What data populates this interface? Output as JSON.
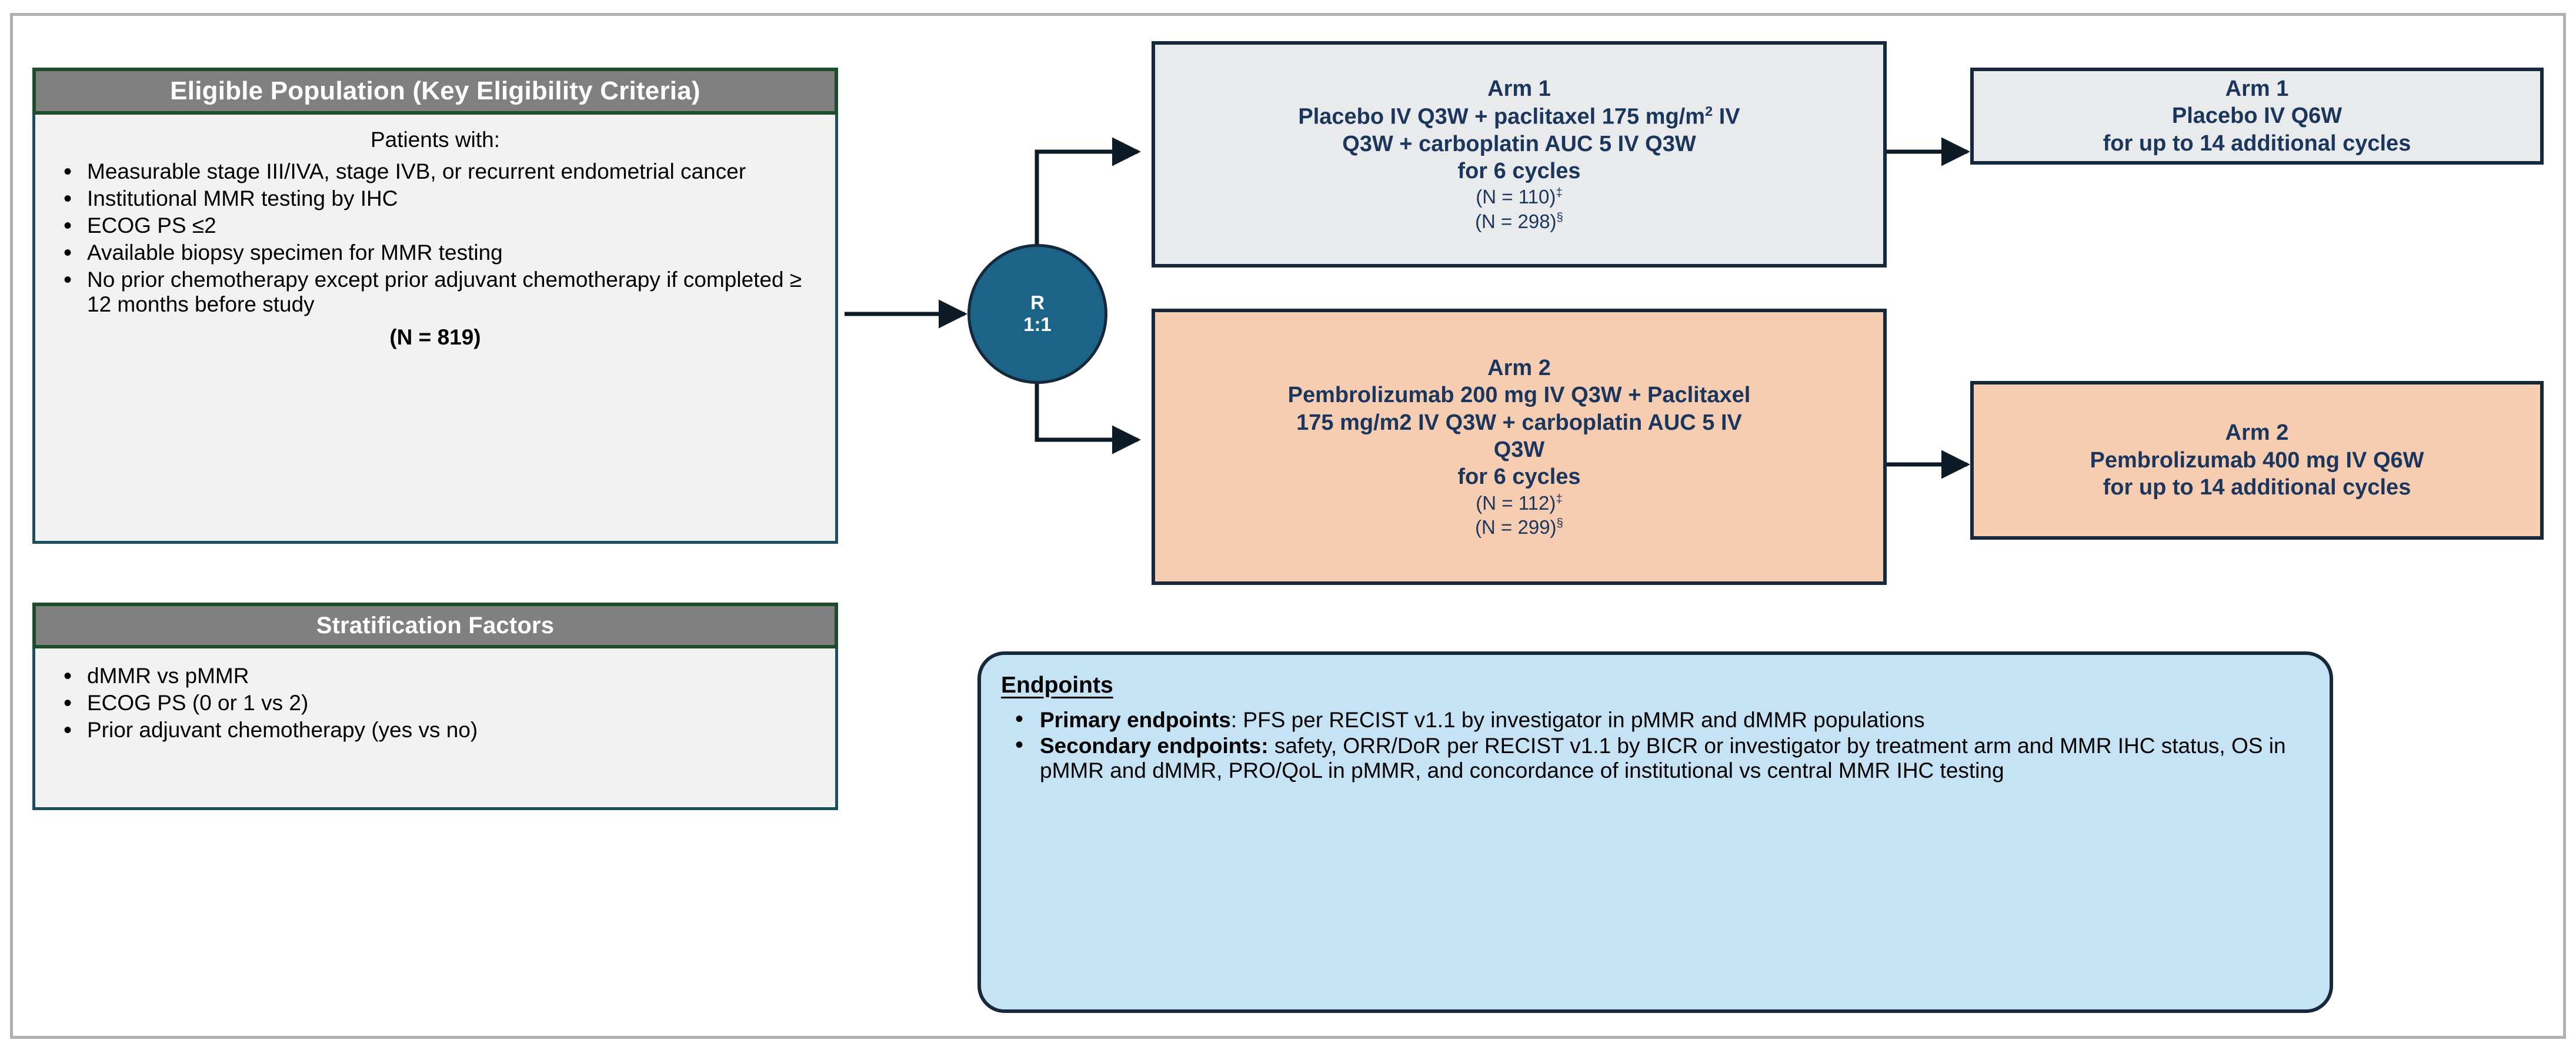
{
  "colors": {
    "panel_header_bg": "#808080",
    "panel_header_border": "#1e4d2b",
    "panel_body_bg": "#f2f2f2",
    "panel_body_border": "#1b4f5e",
    "arm1_bg": "#e8eaeb",
    "arm2_bg": "#f7cdb2",
    "arm_border": "#16293c",
    "arm_text": "#1b365d",
    "randomization_bg": "#1c6487",
    "endpoints_bg": "#c5e3f5",
    "endpoints_border": "#16293c",
    "page_border": "#b0b0b0"
  },
  "eligible_population": {
    "header": "Eligible Population (Key Eligibility Criteria)",
    "intro": "Patients with:",
    "criteria": [
      "Measurable stage III/IVA, stage IVB, or recurrent endometrial cancer",
      "Institutional MMR testing by IHC",
      "ECOG PS ≤2",
      "Available biopsy specimen for MMR testing",
      "No prior chemotherapy except prior adjuvant chemotherapy if completed ≥ 12 months before study"
    ],
    "total": "(N = 819)"
  },
  "stratification": {
    "header": "Stratification Factors",
    "factors": [
      "dMMR vs pMMR",
      "ECOG PS (0 or 1 vs 2)",
      "Prior adjuvant chemotherapy (yes vs no)"
    ]
  },
  "randomization": {
    "label": "R",
    "ratio": "1:1"
  },
  "arm1_treatment": {
    "title": "Arm 1",
    "line1": "Placebo IV Q3W + paclitaxel 175 mg/m",
    "line1_sup": "2",
    "line1_tail": " IV",
    "line2": "Q3W + carboplatin AUC 5 IV Q3W",
    "line3": "for 6 cycles",
    "n_primary": "(N = 110)",
    "n_primary_sup": "‡",
    "n_secondary": "(N = 298)",
    "n_secondary_sup": "§"
  },
  "arm2_treatment": {
    "title": "Arm 2",
    "line1": "Pembrolizumab 200 mg IV Q3W + Paclitaxel",
    "line2": "175 mg/m2 IV Q3W + carboplatin AUC 5 IV",
    "line3": "Q3W",
    "line4": "for 6 cycles",
    "n_primary": "(N = 112)",
    "n_primary_sup": "‡",
    "n_secondary": "(N = 299)",
    "n_secondary_sup": "§"
  },
  "arm1_maintenance": {
    "title": "Arm 1",
    "line1": "Placebo IV Q6W",
    "line2": "for up to 14 additional cycles"
  },
  "arm2_maintenance": {
    "title": "Arm 2",
    "line1": "Pembrolizumab 400 mg IV Q6W",
    "line2": "for up to 14 additional cycles"
  },
  "endpoints": {
    "title": "Endpoints",
    "items": [
      {
        "label": "Primary endpoints",
        "separator": ": ",
        "text": "PFS per RECIST v1.1 by investigator in pMMR and dMMR populations"
      },
      {
        "label": "Secondary endpoints:",
        "separator": " ",
        "text": "safety, ORR/DoR per RECIST v1.1 by BICR or investigator by treatment arm and MMR IHC status, OS in pMMR and dMMR, PRO/QoL in pMMR, and concordance of institutional vs central MMR IHC testing"
      }
    ]
  }
}
